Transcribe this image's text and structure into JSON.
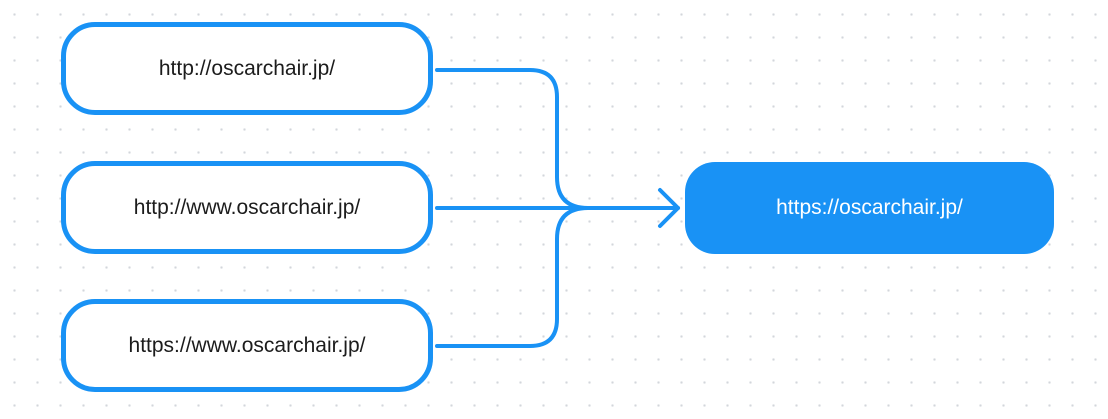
{
  "diagram": {
    "sources": [
      {
        "label": "http://oscarchair.jp/"
      },
      {
        "label": "http://www.oscarchair.jp/"
      },
      {
        "label": "https://www.oscarchair.jp/"
      }
    ],
    "target": {
      "label": "https://oscarchair.jp/"
    },
    "colors": {
      "accent": "#1992f5",
      "text": "#1c1c1c",
      "target_text": "#ffffff",
      "grid_dots": "#d3d6db",
      "background": "#ffffff"
    }
  }
}
